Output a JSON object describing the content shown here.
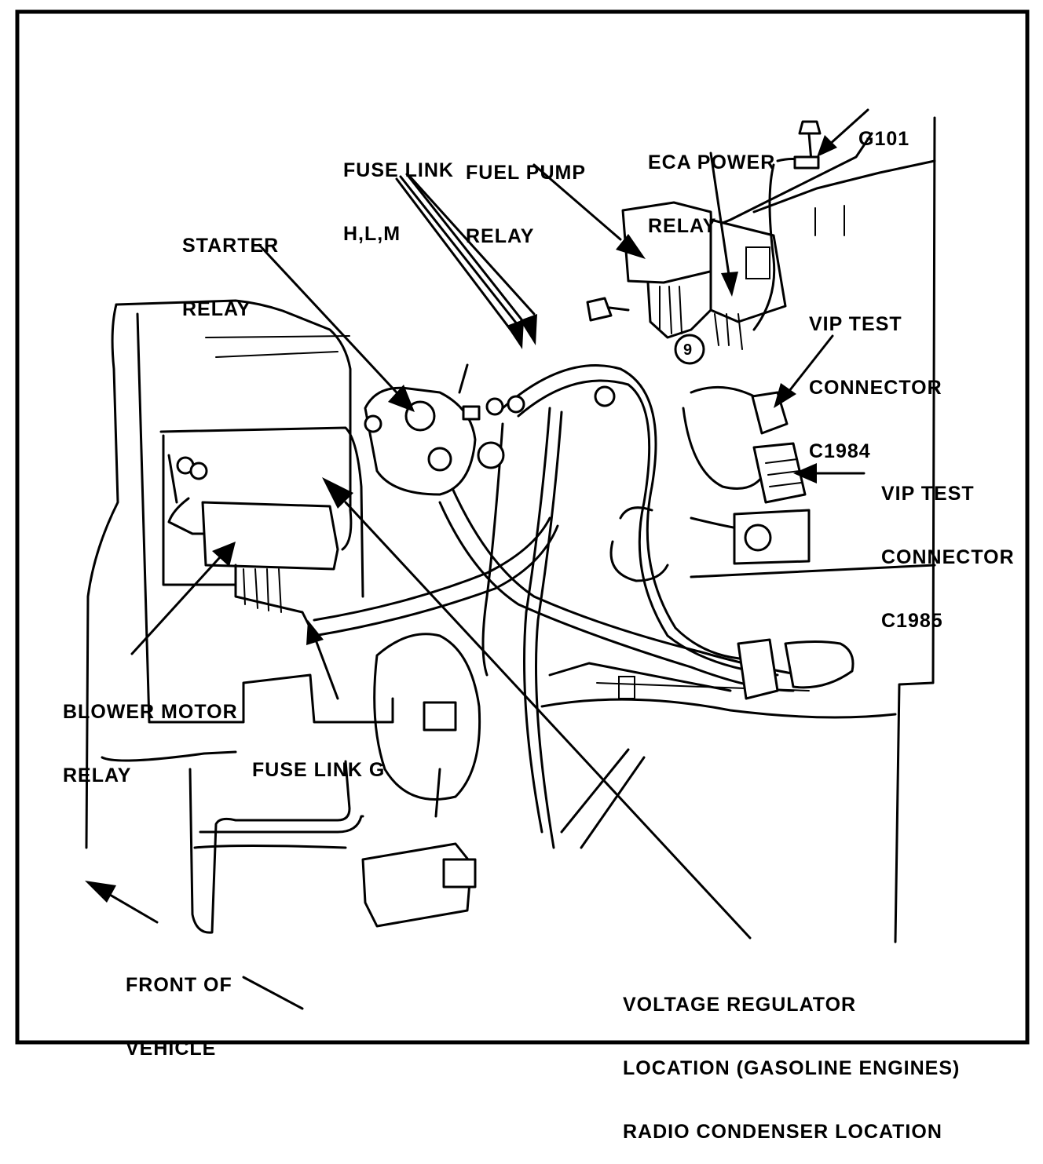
{
  "labels": {
    "g101": "G101",
    "fuse_link_hlm": [
      "FUSE LINK",
      "H,L,M"
    ],
    "fuel_pump_relay": [
      "FUEL PUMP",
      "RELAY"
    ],
    "eca_power_relay": [
      "ECA POWER",
      "RELAY"
    ],
    "starter_relay": [
      "STARTER",
      "RELAY"
    ],
    "vip_test_c1984": [
      "VIP TEST",
      "CONNECTOR",
      "C1984"
    ],
    "vip_test_c1985": [
      "VIP TEST",
      "CONNECTOR",
      "C1985"
    ],
    "blower_motor_relay": [
      "BLOWER MOTOR",
      "RELAY"
    ],
    "fuse_link_g": "FUSE LINK G",
    "front_of_vehicle": [
      "FRONT OF",
      "VEHICLE"
    ],
    "voltage_regulator": [
      "VOLTAGE REGULATOR",
      "LOCATION (GASOLINE ENGINES)",
      "RADIO CONDENSER LOCATION"
    ]
  },
  "colors": {
    "ink": "#000000",
    "paper": "#ffffff"
  }
}
